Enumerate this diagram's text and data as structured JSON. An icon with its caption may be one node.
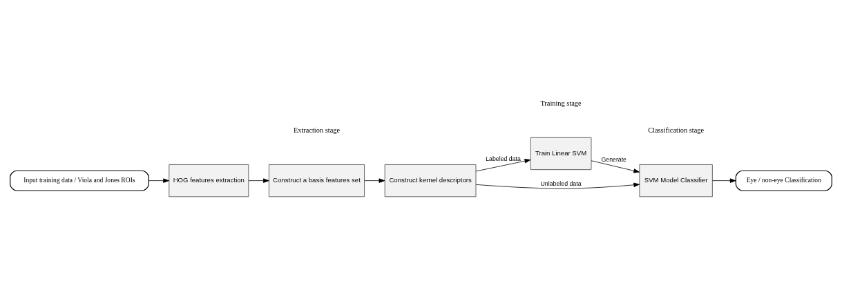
{
  "diagram": {
    "nodes": [
      {
        "text": [
          "Input training data / Viola and Jones ROIs"
        ]
      },
      {
        "text": [
          "HOG features extraction"
        ]
      },
      {
        "text": [
          "Construct a basis features set"
        ]
      },
      {
        "text": [
          "Construct kernel descriptors"
        ]
      },
      {
        "text": [
          "Train Linear SVM"
        ]
      },
      {
        "text": [
          "SVM Model Classifier"
        ]
      },
      {
        "text": [
          "Eye / non-eye Classification"
        ]
      }
    ],
    "edges": [
      {
        "from": 0,
        "to": 1,
        "arrow": "to"
      },
      {
        "from": 1,
        "to": 2,
        "arrow": "to"
      },
      {
        "from": 2,
        "to": 3,
        "arrow": "to"
      },
      {
        "from": 3,
        "to": 4,
        "arrow": "to",
        "label": "Labeled data"
      },
      {
        "from": 4,
        "to": 5,
        "arrow": "to",
        "label": "Generate"
      },
      {
        "from": 3,
        "to": 5,
        "arrow": "to",
        "label": "Unlabeled data"
      },
      {
        "from": 5,
        "to": 6,
        "arrow": "to"
      }
    ],
    "labels": [
      "Training stage",
      "Extraction stage",
      "Classification stage"
    ]
  }
}
